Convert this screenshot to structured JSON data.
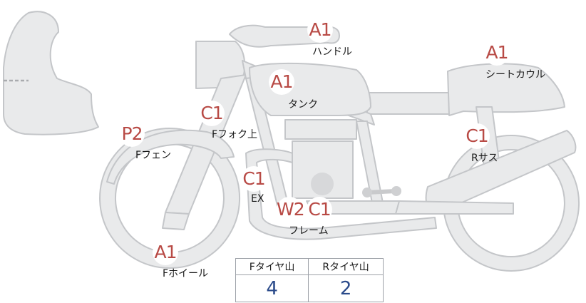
{
  "parts": [
    {
      "code": "A1",
      "label": "ハンドル"
    },
    {
      "code": "A1",
      "label": "シートカウル"
    },
    {
      "code": "A1",
      "label": "タンク"
    },
    {
      "code": "C1",
      "label": "Fフォク上"
    },
    {
      "code": "P2",
      "label": "Fフェン"
    },
    {
      "code": "C1",
      "label": "Rサス"
    },
    {
      "code": "C1",
      "label": "EX"
    },
    {
      "code": "W2",
      "label": ""
    },
    {
      "code": "C1",
      "label": "フレーム"
    },
    {
      "code": "A1",
      "label": "Fホイール"
    }
  ],
  "tire_table": {
    "front_header": "Fタイヤ山",
    "rear_header": "Rタイヤ山",
    "front_value": "4",
    "rear_value": "2"
  },
  "colors": {
    "part_fill": "#e9eaeb",
    "part_stroke": "#c4c6c9",
    "code_text": "#b84a45",
    "value_text": "#2a4a8a",
    "table_border": "#9da1a8"
  }
}
